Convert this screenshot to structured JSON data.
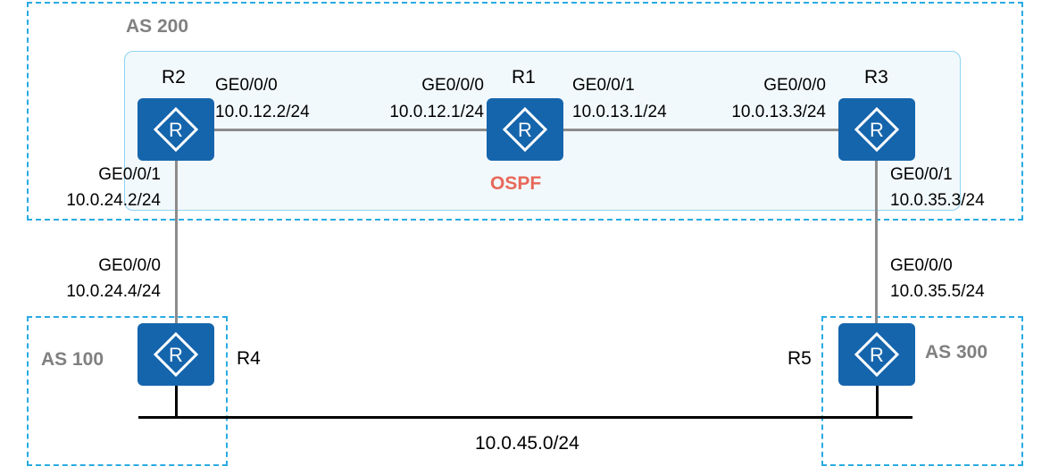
{
  "colors": {
    "as_border": "#29abe2",
    "ospf_fill": "#f2f9fc",
    "ospf_border": "#8fd3f4",
    "ospf_text": "#e8685a",
    "as_text": "#808080",
    "router_fill": "#1565ad",
    "link": "#8c8c8c",
    "bus": "#000000"
  },
  "as_labels": {
    "as200": "AS 200",
    "as100": "AS 100",
    "as300": "AS 300"
  },
  "ospf_label": "OSPF",
  "routers": {
    "r1": {
      "name": "R1",
      "icon": "router-icon"
    },
    "r2": {
      "name": "R2",
      "icon": "router-icon"
    },
    "r3": {
      "name": "R3",
      "icon": "router-icon"
    },
    "r4": {
      "name": "R4",
      "icon": "router-icon"
    },
    "r5": {
      "name": "R5",
      "icon": "router-icon"
    }
  },
  "interfaces": {
    "r2_ge000": {
      "port": "GE0/0/0",
      "ip": "10.0.12.2/24"
    },
    "r1_ge000": {
      "port": "GE0/0/0",
      "ip": "10.0.12.1/24"
    },
    "r1_ge001": {
      "port": "GE0/0/1",
      "ip": "10.0.13.1/24"
    },
    "r3_ge000": {
      "port": "GE0/0/0",
      "ip": "10.0.13.3/24"
    },
    "r2_ge001": {
      "port": "GE0/0/1",
      "ip": "10.0.24.2/24"
    },
    "r3_ge001": {
      "port": "GE0/0/1",
      "ip": "10.0.35.3/24"
    },
    "r4_ge000": {
      "port": "GE0/0/0",
      "ip": "10.0.24.4/24"
    },
    "r5_ge000": {
      "port": "GE0/0/0",
      "ip": "10.0.35.5/24"
    }
  },
  "bus_network": "10.0.45.0/24"
}
